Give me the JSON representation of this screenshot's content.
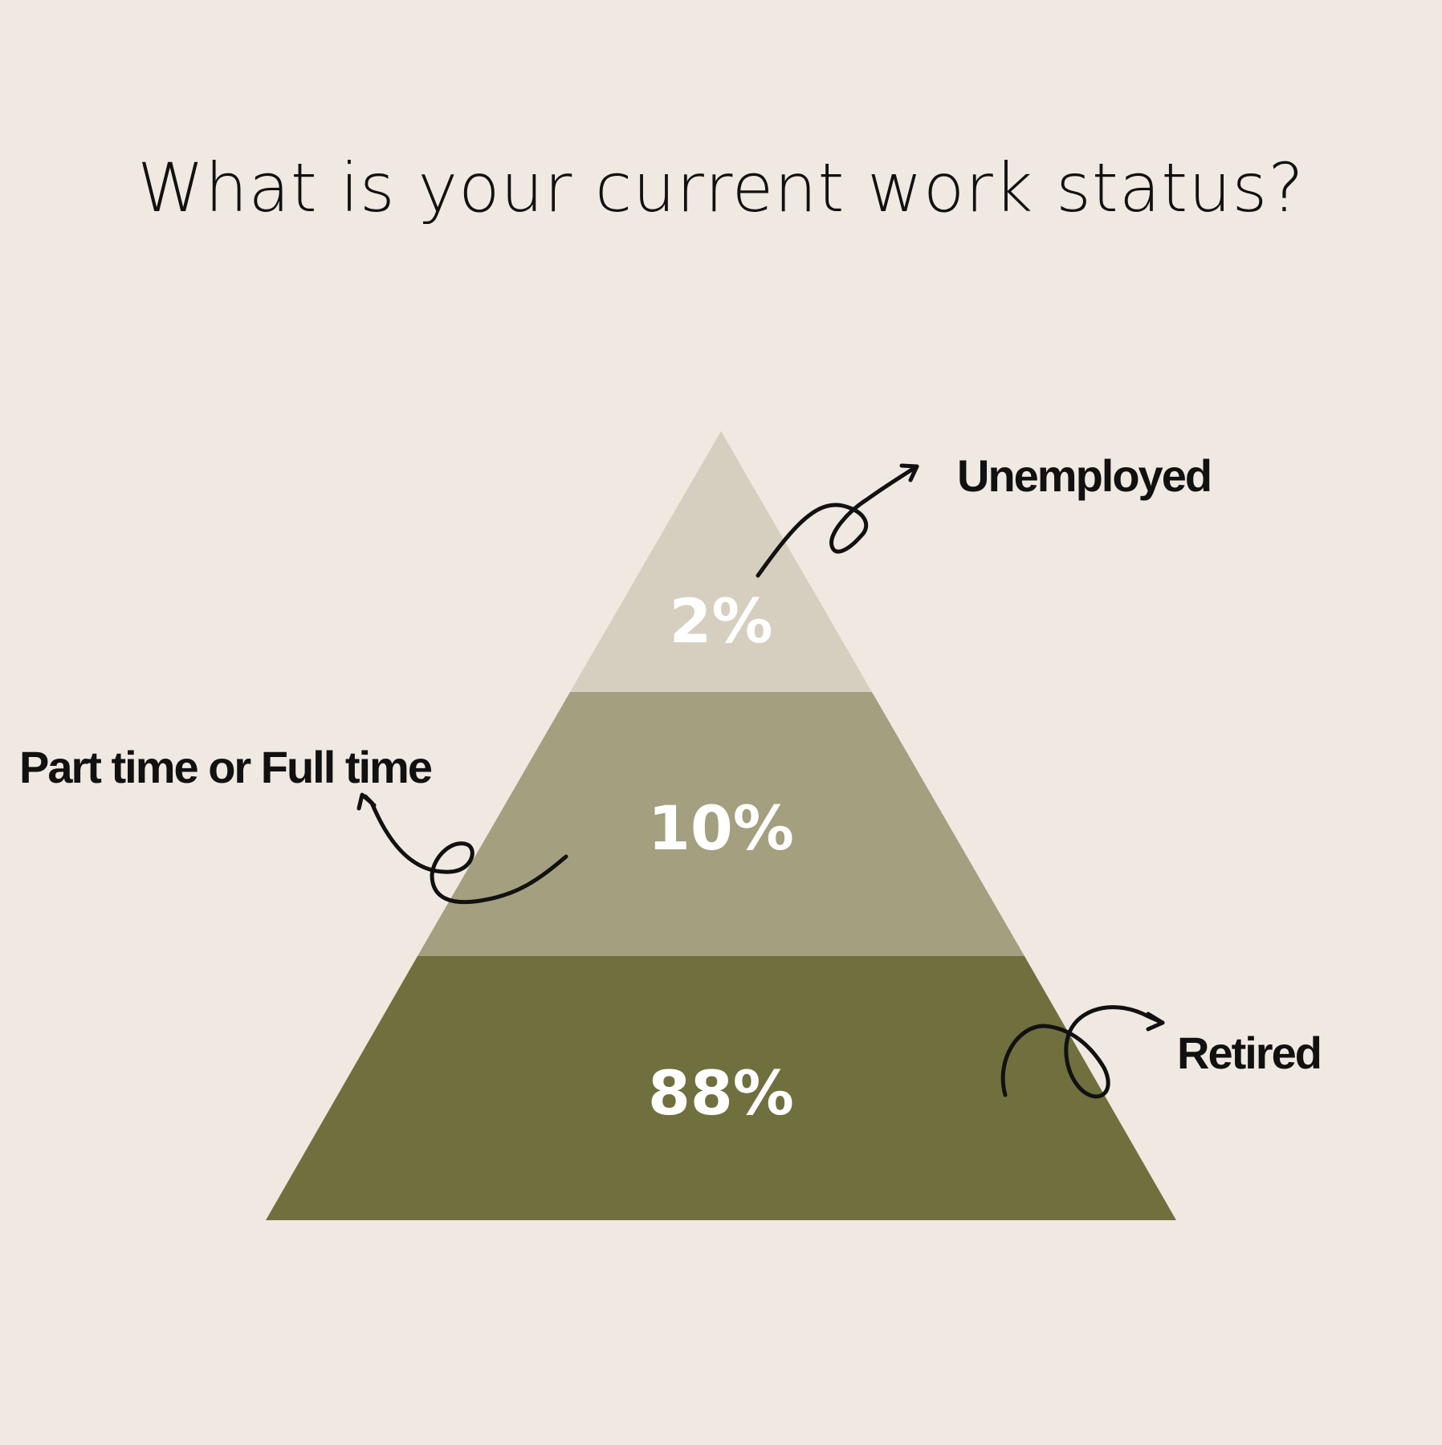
{
  "chart_data": {
    "type": "pyramid",
    "title": "What is your current work status?",
    "levels": [
      {
        "label": "Unemployed",
        "value": 2,
        "value_text": "2%",
        "color": "#d6cfc0"
      },
      {
        "label": "Part time or Full time",
        "value": 10,
        "value_text": "10%",
        "color": "#a39f7f"
      },
      {
        "label": "Retired",
        "value": 88,
        "value_text": "88%",
        "color": "#70703f"
      }
    ]
  },
  "colors": {
    "background": "#f0e9e2",
    "text": "#111111",
    "value_text": "#ffffff"
  }
}
